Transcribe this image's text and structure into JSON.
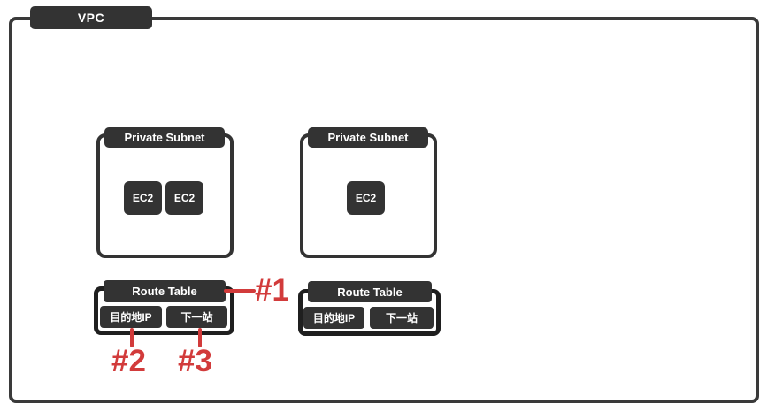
{
  "colors": {
    "dark": "#333333",
    "vpc_border": "#3a3a3a",
    "rt_border": "#1f1f1f",
    "annotation_red": "#d23b3b",
    "background": "#ffffff",
    "label_text": "#ffffff"
  },
  "vpc": {
    "label": "VPC"
  },
  "subnets": [
    {
      "label": "Private Subnet",
      "ec2": [
        "EC2",
        "EC2"
      ]
    },
    {
      "label": "Private Subnet",
      "ec2": [
        "EC2"
      ]
    }
  ],
  "route_tables": [
    {
      "label": "Route Table",
      "columns": [
        "目的地IP",
        "下一站"
      ]
    },
    {
      "label": "Route Table",
      "columns": [
        "目的地IP",
        "下一站"
      ]
    }
  ],
  "annotations": [
    {
      "label": "#1"
    },
    {
      "label": "#2"
    },
    {
      "label": "#3"
    }
  ]
}
